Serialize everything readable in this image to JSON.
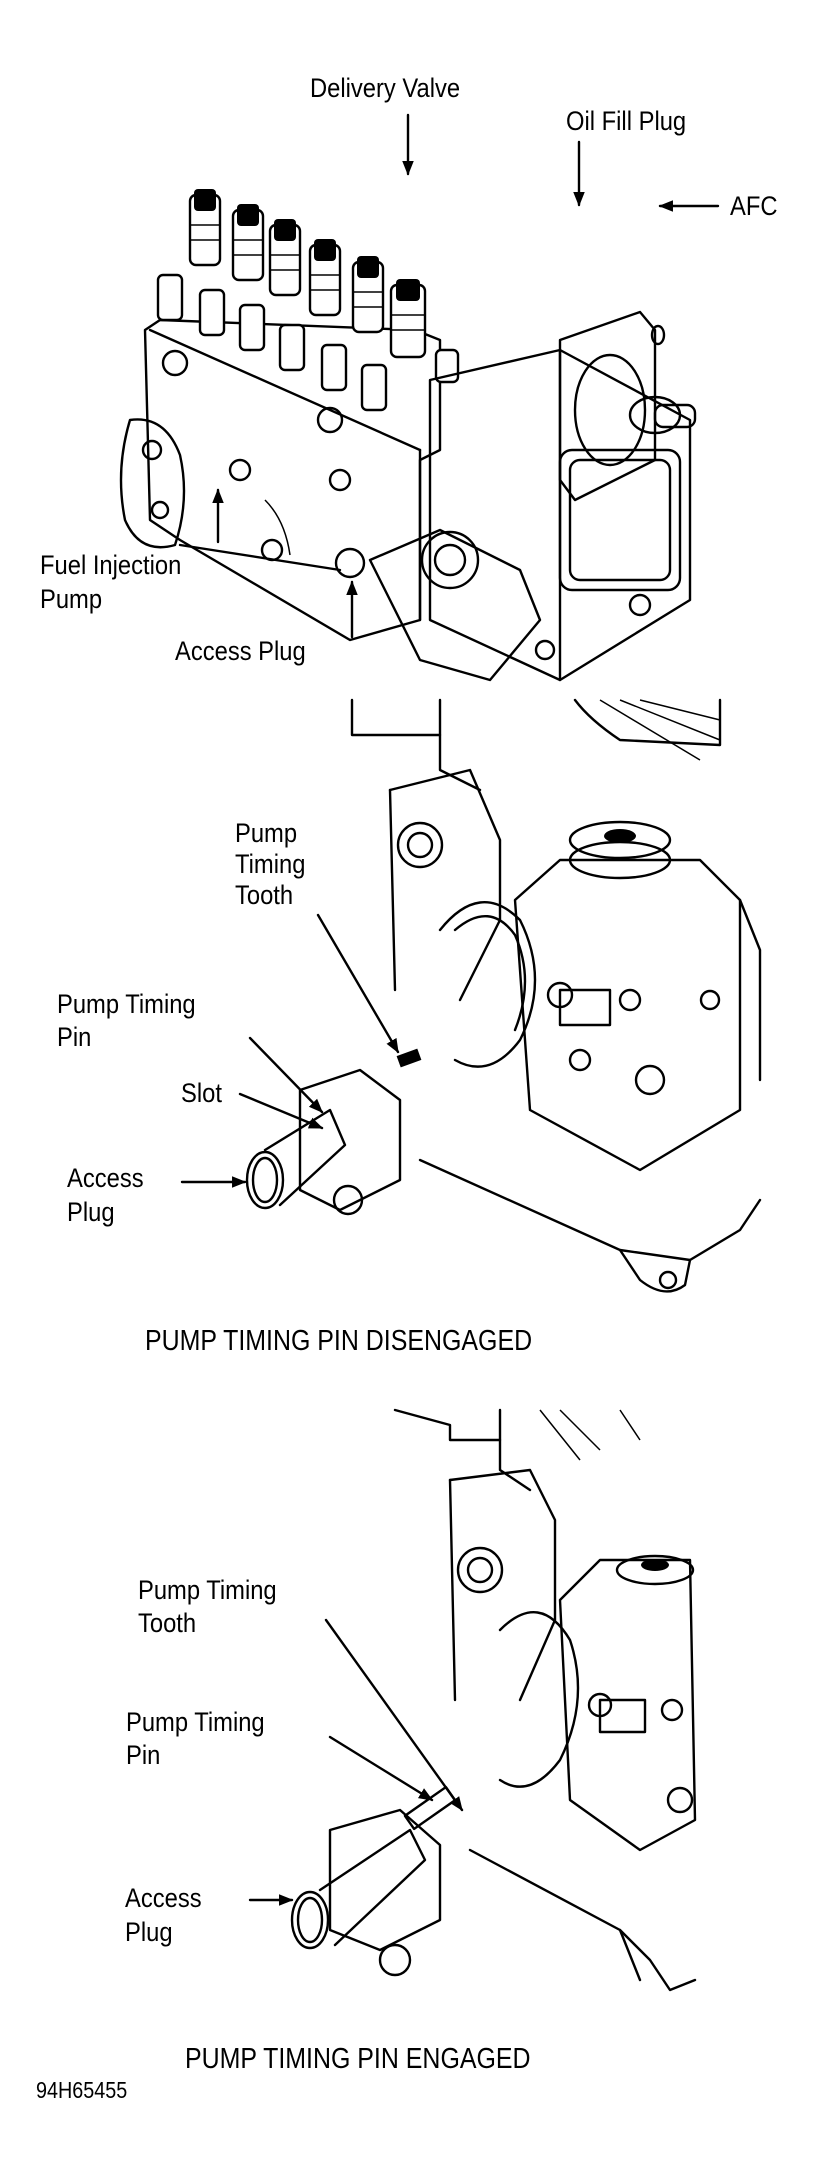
{
  "figure_id": "94H65455",
  "panels": [
    {
      "name": "fuel-injection-pump-overview",
      "labels": {
        "delivery_valve": "Delivery Valve",
        "oil_fill_plug": "Oil Fill Plug",
        "afc": "AFC",
        "fuel_injection_pump": "Fuel Injection\nPump",
        "access_plug": "Access Plug"
      }
    },
    {
      "name": "pump-timing-pin-disengaged",
      "caption": "PUMP TIMING PIN DISENGAGED",
      "labels": {
        "pump_timing_tooth": "Pump\nTiming\nTooth",
        "pump_timing_pin": "Pump Timing\nPin",
        "slot": "Slot",
        "access_plug": "Access\nPlug"
      }
    },
    {
      "name": "pump-timing-pin-engaged",
      "caption": "PUMP TIMING PIN ENGAGED",
      "labels": {
        "pump_timing_tooth": "Pump Timing\nTooth",
        "pump_timing_pin": "Pump Timing\nPin",
        "access_plug": "Access\nPlug"
      }
    }
  ]
}
